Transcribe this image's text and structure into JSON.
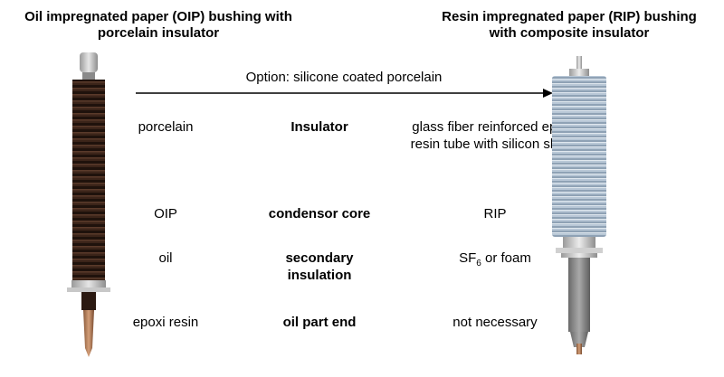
{
  "titles": {
    "left": [
      "Oil impregnated paper (OIP) bushing with",
      "porcelain insulator"
    ],
    "right": [
      "Resin impregnated paper (RIP) bushing",
      "with composite insulator"
    ]
  },
  "arrow": {
    "label": "Option: silicone coated porcelain"
  },
  "rows": [
    {
      "left": [
        "porcelain"
      ],
      "center": [
        "Insulator"
      ],
      "right": [
        "glass fiber reinforced epoxy",
        "resin tube with silicon sheds"
      ]
    },
    {
      "left": [
        "OIP"
      ],
      "center": [
        "condensor core"
      ],
      "right": [
        "RIP"
      ]
    },
    {
      "left": [
        "oil"
      ],
      "center": [
        "secondary",
        "insulation"
      ],
      "right": {
        "text_before": "SF",
        "subscript": "6",
        "text_after": " or foam"
      }
    },
    {
      "left": [
        "epoxi resin"
      ],
      "center": [
        "oil part end"
      ],
      "right": [
        "not necessary"
      ]
    }
  ],
  "colors": {
    "porcelain": "#3b2419",
    "cap": "#bdbdbd",
    "flange": "#d4d4d4",
    "composite_sheds": "#b8c7d6",
    "rip_lower": "#8a8a8a",
    "copper_tip": "#b07a55",
    "arrow": "#000000"
  }
}
